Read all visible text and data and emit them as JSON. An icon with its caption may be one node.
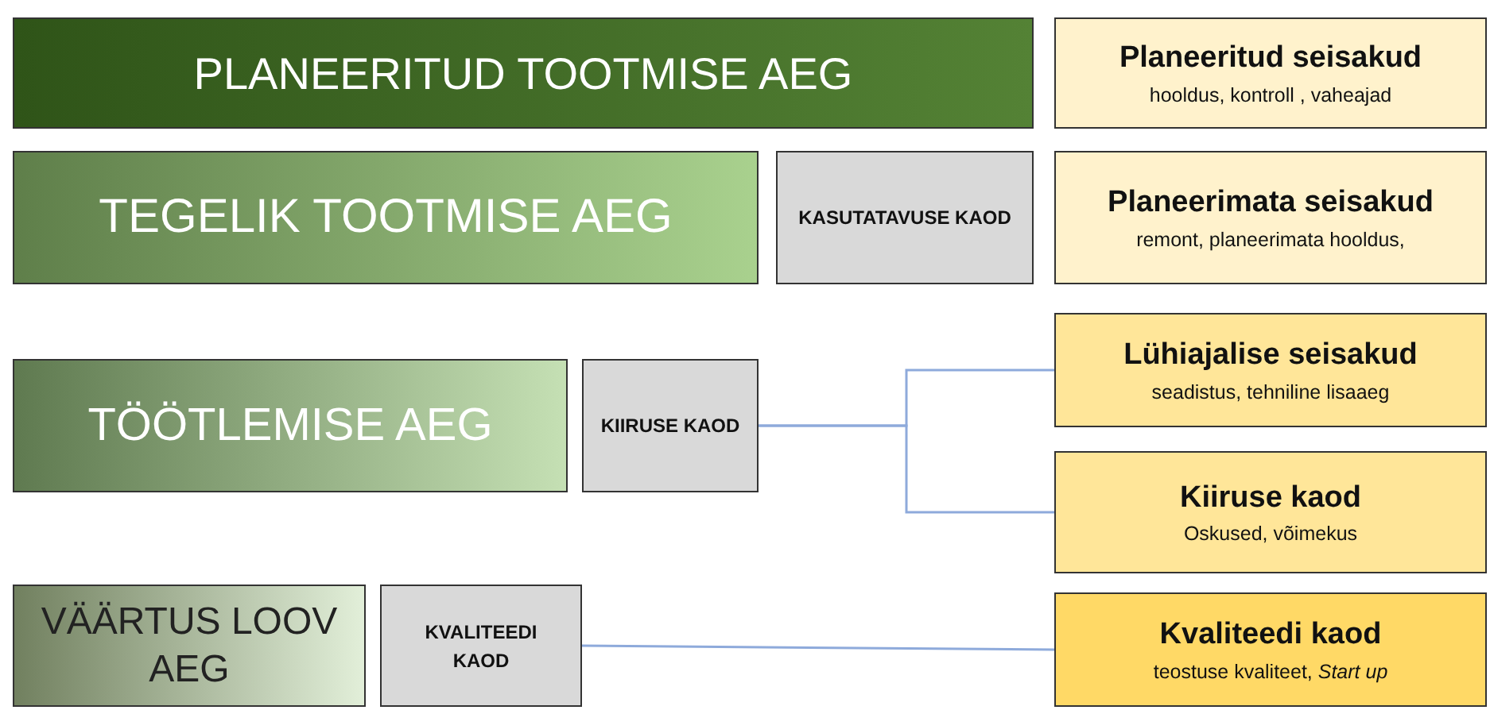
{
  "diagram": {
    "nodes": [
      {
        "text": [
          "PLANEERITUD TOOTMISE AEG"
        ]
      },
      {
        "text": [
          "Planeeritud seisakud",
          "hooldus, kontroll , vaheajad"
        ]
      },
      {
        "text": [
          "TEGELIK TOOTMISE AEG"
        ]
      },
      {
        "text": [
          "KASUTATAVUSE KAOD"
        ]
      },
      {
        "text": [
          "Planeerimata seisakud",
          "remont, planeerimata hooldus,"
        ]
      },
      {
        "text": [
          "Lühiajalise seisakud",
          "seadistus, tehniline lisaaeg"
        ]
      },
      {
        "text": [
          "TÖÖTLEMISE AEG"
        ]
      },
      {
        "text": [
          "KIIRUSE KAOD"
        ]
      },
      {
        "text": [
          "Kiiruse kaod",
          "Oskused, võimekus"
        ]
      },
      {
        "text": [
          "VÄÄRTUS LOOV AEG"
        ]
      },
      {
        "text": [
          "KVALITEEDI KAOD"
        ]
      },
      {
        "text": [
          "Kvaliteedi kaod",
          "teostuse kvaliteet, *Start up*"
        ]
      }
    ],
    "edges": [
      {
        "from": 7,
        "to": 5,
        "arrow": "none"
      },
      {
        "from": 7,
        "to": 8,
        "arrow": "none"
      },
      {
        "from": 10,
        "to": 11,
        "arrow": "none"
      }
    ]
  }
}
